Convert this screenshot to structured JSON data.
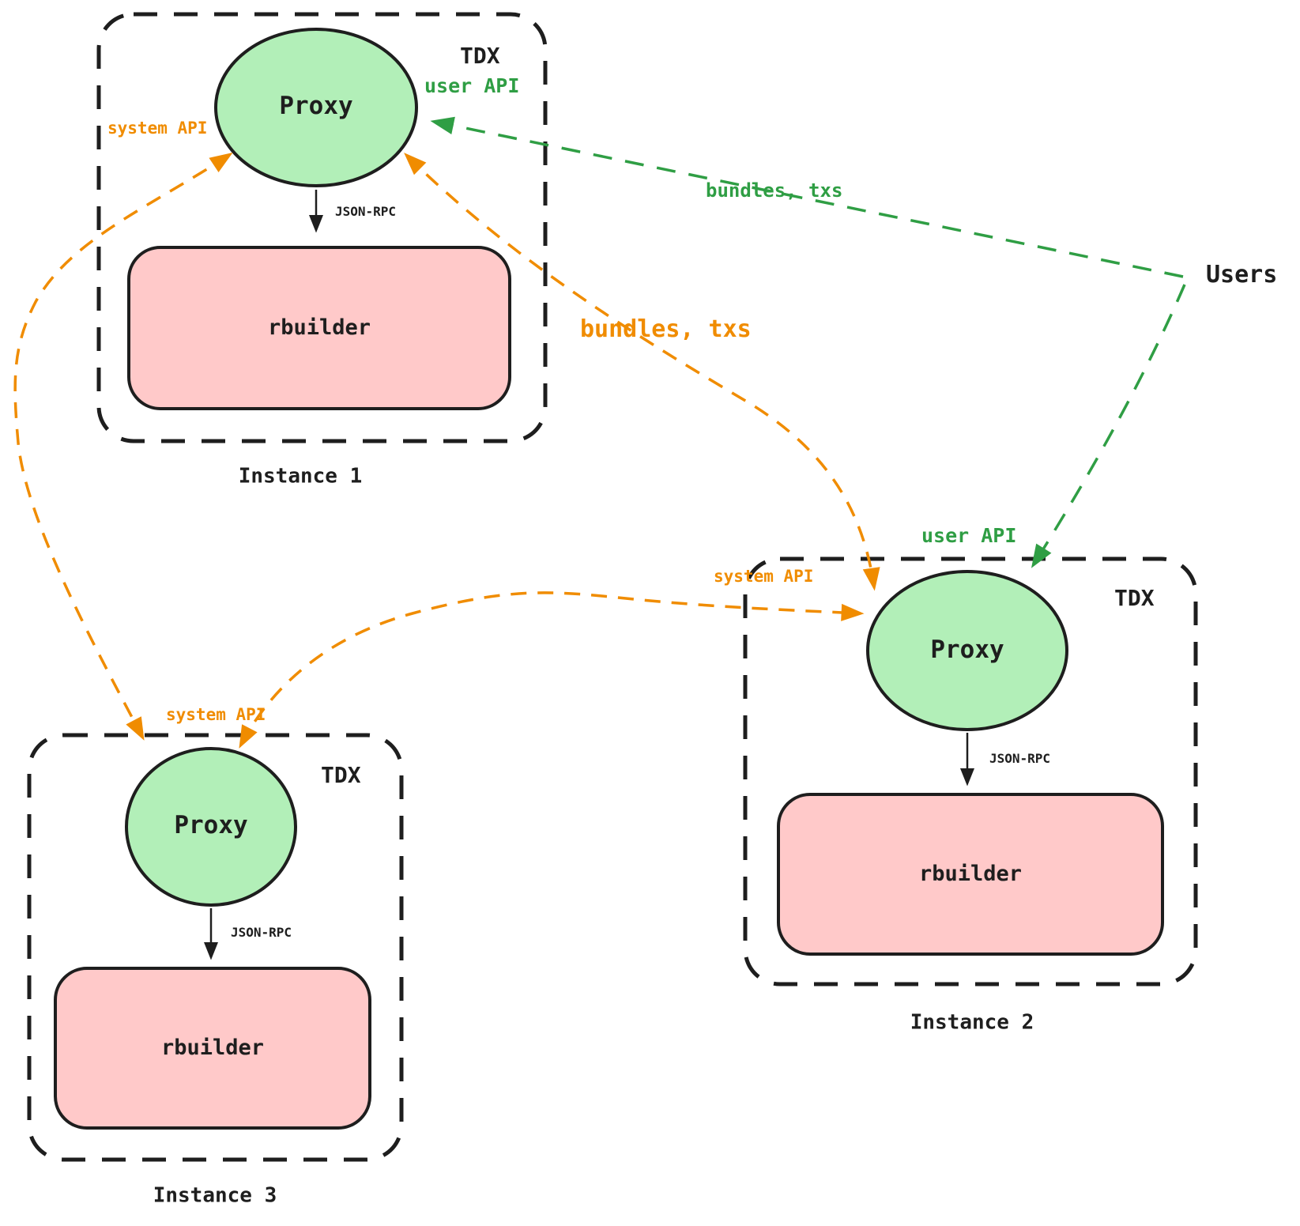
{
  "users_label": "Users",
  "instances": [
    {
      "name": "Instance 1",
      "env_label": "TDX",
      "proxy_label": "Proxy",
      "builder_label": "rbuilder",
      "rpc_label": "JSON-RPC"
    },
    {
      "name": "Instance 2",
      "env_label": "TDX",
      "proxy_label": "Proxy",
      "builder_label": "rbuilder",
      "rpc_label": "JSON-RPC"
    },
    {
      "name": "Instance 3",
      "env_label": "TDX",
      "proxy_label": "Proxy",
      "builder_label": "rbuilder",
      "rpc_label": "JSON-RPC"
    }
  ],
  "edge_labels": {
    "user_api_instance1": "user API",
    "user_api_instance2": "user API",
    "system_api_instance1": "system API",
    "system_api_instance2": "system API",
    "system_api_instance3": "system API",
    "bundles_txs_user": "bundles, txs",
    "bundles_txs_system": "bundles, txs"
  },
  "colors": {
    "stroke": "#1e1e1e",
    "system_api_orange": "#f08c00",
    "user_api_green": "#2f9e44",
    "proxy_fill": "#b2efb8",
    "rbuilder_fill": "#ffc9c9",
    "background": "#ffffff"
  }
}
